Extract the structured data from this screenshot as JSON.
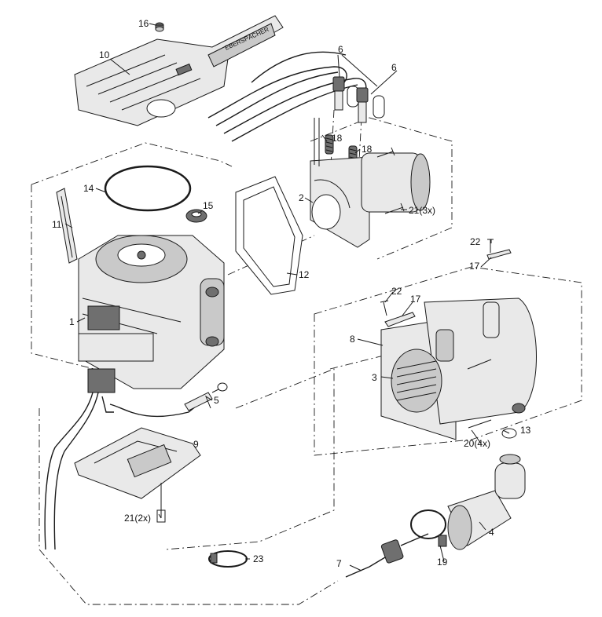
{
  "labels": {
    "p1": "1",
    "p2": "2",
    "p3": "3",
    "p4": "4",
    "p5": "5",
    "p6a": "6",
    "p6b": "6",
    "p7": "7",
    "p8": "8",
    "p9": "9",
    "p10": "10",
    "p11": "11",
    "p12": "12",
    "p13": "13",
    "p14": "14",
    "p15": "15",
    "p16": "16",
    "p17a": "17",
    "p17b": "17",
    "p18a": "18",
    "p18b": "18",
    "p19": "19",
    "p20": "20(4x)",
    "p21a": "21(3x)",
    "p21b": "21(2x)",
    "p22a": "22",
    "p22b": "22",
    "p23": "23"
  },
  "colors": {
    "line": "#1a1a1a",
    "fill_light": "#e9e9e9",
    "fill_mid": "#c9c9c9",
    "fill_dark": "#6f6f6f"
  }
}
